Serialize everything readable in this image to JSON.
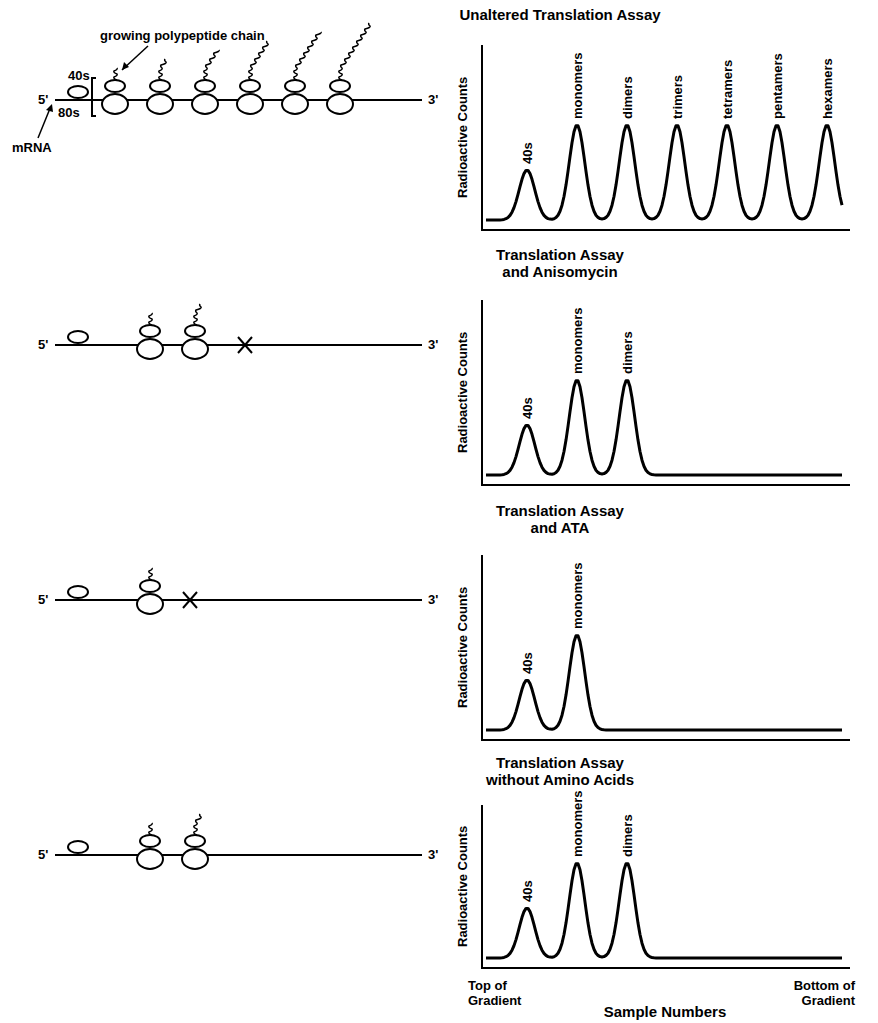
{
  "diagram": {
    "labels": [
      "Unaltered Translation Assay",
      "growing polypeptide chain",
      "40s",
      "80s",
      "5'",
      "3'",
      "mRNA",
      "Radioactive Counts",
      "40s",
      "monomers",
      "dimers",
      "trimers",
      "tetramers",
      "pentamers",
      "hexamers",
      "Translation Assay and Anisomycin",
      "5'",
      "3'",
      "Radioactive Counts",
      "40s",
      "monomers",
      "dimers",
      "Translation Assay and ATA",
      "5'",
      "3'",
      "Radioactive Counts",
      "40s",
      "monomers",
      "Translation Assay without Amino Acids",
      "5'",
      "3'",
      "Radioactive Counts",
      "40s",
      "monomers",
      "dimers",
      "Top of Gradient",
      "Bottom of Gradient",
      "Sample Numbers"
    ]
  }
}
